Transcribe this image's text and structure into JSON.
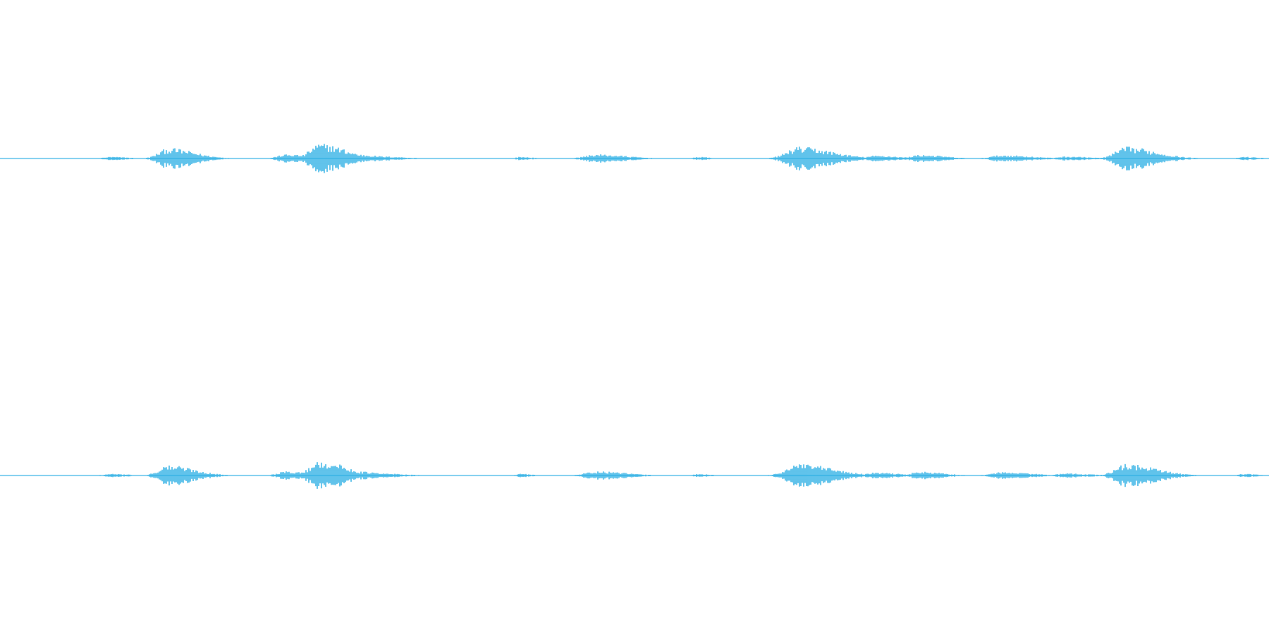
{
  "waveform": {
    "color": "#1da9e2",
    "background": "#ffffff",
    "channel_count": 2,
    "bursts": [
      {
        "t": 0.087,
        "amp": 0.04,
        "dur": 0.015
      },
      {
        "t": 0.133,
        "amp": 0.25,
        "dur": 0.022
      },
      {
        "t": 0.226,
        "amp": 0.1,
        "dur": 0.02
      },
      {
        "t": 0.252,
        "amp": 0.36,
        "dur": 0.022
      },
      {
        "t": 0.28,
        "amp": 0.1,
        "dur": 0.02
      },
      {
        "t": 0.3,
        "amp": 0.05,
        "dur": 0.02
      },
      {
        "t": 0.41,
        "amp": 0.04,
        "dur": 0.01
      },
      {
        "t": 0.47,
        "amp": 0.1,
        "dur": 0.025
      },
      {
        "t": 0.55,
        "amp": 0.04,
        "dur": 0.01
      },
      {
        "t": 0.63,
        "amp": 0.28,
        "dur": 0.028
      },
      {
        "t": 0.69,
        "amp": 0.07,
        "dur": 0.02
      },
      {
        "t": 0.725,
        "amp": 0.09,
        "dur": 0.02
      },
      {
        "t": 0.79,
        "amp": 0.08,
        "dur": 0.025
      },
      {
        "t": 0.84,
        "amp": 0.05,
        "dur": 0.02
      },
      {
        "t": 0.888,
        "amp": 0.28,
        "dur": 0.025
      },
      {
        "t": 0.98,
        "amp": 0.04,
        "dur": 0.012
      }
    ]
  }
}
